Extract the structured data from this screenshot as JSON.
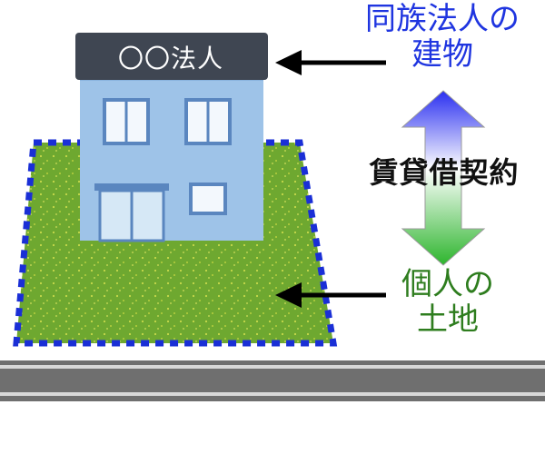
{
  "building_sign": "〇〇法人",
  "building_label": {
    "line1": "同族法人の",
    "line2": "建物"
  },
  "contract_label": "賃貸借契約",
  "land_label": {
    "line1": "個人の",
    "line2": "土地"
  },
  "colors": {
    "building_text": "#1f35e0",
    "land_text": "#2e7d1e",
    "land_fill": "#6ea830",
    "land_border": "#1a2fd6",
    "building_wall": "#9ec3e8",
    "building_roof": "#3f4652",
    "road": "#6f6f6f"
  }
}
